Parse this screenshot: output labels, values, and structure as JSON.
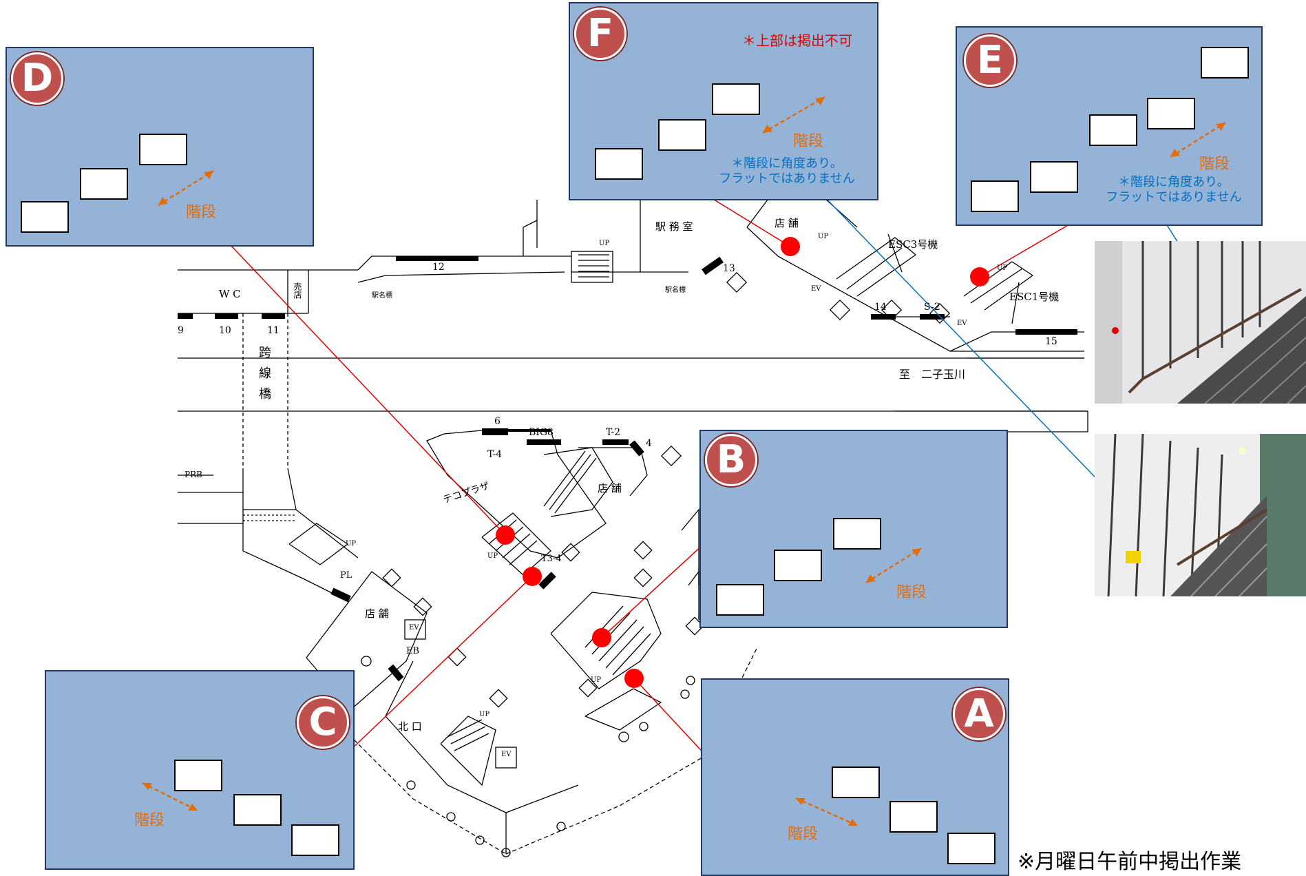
{
  "colors": {
    "panel": "#95b3d7",
    "panel_border": "#1f3864",
    "badge": "#c0504d",
    "stairs": "#e36c09",
    "note_red": "#e00000",
    "note_blue": "#0070c0",
    "point": "#ff0000",
    "line_red": "#e00000",
    "line_blue": "#0070c0"
  },
  "panels": {
    "A": {
      "letter": "A",
      "stairs": "階段"
    },
    "B": {
      "letter": "B",
      "stairs": "階段"
    },
    "C": {
      "letter": "C",
      "stairs": "階段"
    },
    "D": {
      "letter": "D",
      "stairs": "階段"
    },
    "E": {
      "letter": "E",
      "stairs": "階段",
      "note1": "＊階段に角度あり。",
      "note2": "フラットではありません"
    },
    "F": {
      "letter": "F",
      "stairs": "階段",
      "top_note": "＊上部は掲出不可",
      "note1": "＊階段に角度あり。",
      "note2": "フラットではありません"
    }
  },
  "map": {
    "wc": "W C",
    "baiten": "売店",
    "kosenkyo": [
      "跨",
      "線",
      "橋"
    ],
    "ekimushitsu": "駅 務 室",
    "tenpo": "店 舗",
    "esc3": "ESC3号機",
    "esc1": "ESC1号機",
    "to": "至　二子玉川",
    "ekimeihyo": "駅名標",
    "tecoplaza": "テコプラザ",
    "kitaguchi": "北 口",
    "big8": "BIG8",
    "t4": "T-4",
    "t2": "T-2",
    "t34": "T3-4",
    "s2": "S-2",
    "prb": "PRB",
    "pl": "PL",
    "eb": "EB",
    "ev": "EV",
    "up": "UP",
    "numbers": {
      "n4": "4",
      "n6": "6",
      "n9": "9",
      "n10": "10",
      "n11": "11",
      "n12": "12",
      "n13": "13",
      "n14": "14",
      "n15": "15"
    }
  },
  "footer": "※月曜日午前中掲出作業"
}
